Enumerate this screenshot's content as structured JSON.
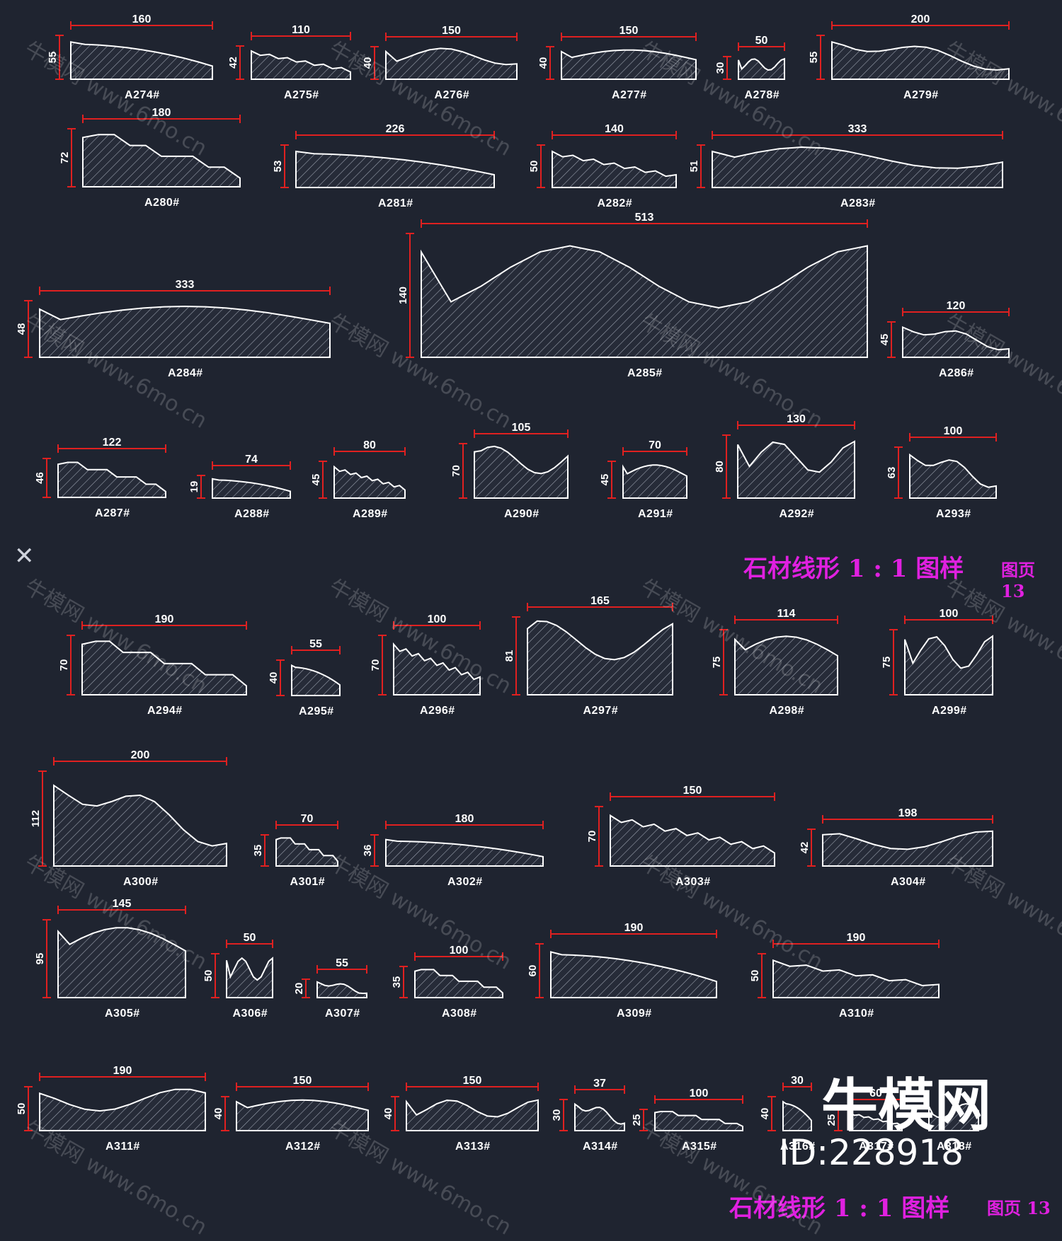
{
  "colors": {
    "background": "#1f2430",
    "profile": "#ffffff",
    "dimension": "#e02020",
    "title": "#e020e0"
  },
  "titles": {
    "sheet_title": "石材线形 1 : 1 图样",
    "page_label": "图页 13"
  },
  "brand": {
    "logo_text": "牛模网",
    "id_text": "ID:228918"
  },
  "watermark": {
    "text": "牛模网 www.6mo.cn"
  },
  "profiles": [
    {
      "label": "A274#",
      "width_dim": "160",
      "height_dim": "55"
    },
    {
      "label": "A275#",
      "width_dim": "110",
      "height_dim": "42"
    },
    {
      "label": "A276#",
      "width_dim": "150",
      "height_dim": "40"
    },
    {
      "label": "A277#",
      "width_dim": "150",
      "height_dim": "40"
    },
    {
      "label": "A278#",
      "width_dim": "50",
      "height_dim": "30"
    },
    {
      "label": "A279#",
      "width_dim": "200",
      "height_dim": "55"
    },
    {
      "label": "A280#",
      "width_dim": "180",
      "height_dim": "72"
    },
    {
      "label": "A281#",
      "width_dim": "226",
      "height_dim": "53"
    },
    {
      "label": "A282#",
      "width_dim": "140",
      "height_dim": "50"
    },
    {
      "label": "A283#",
      "width_dim": "333",
      "height_dim": "51"
    },
    {
      "label": "A284#",
      "width_dim": "333",
      "height_dim": "48"
    },
    {
      "label": "A285#",
      "width_dim": "513",
      "height_dim": "140"
    },
    {
      "label": "A286#",
      "width_dim": "120",
      "height_dim": "45"
    },
    {
      "label": "A287#",
      "width_dim": "122",
      "height_dim": "46"
    },
    {
      "label": "A288#",
      "width_dim": "74",
      "height_dim": "19"
    },
    {
      "label": "A289#",
      "width_dim": "80",
      "height_dim": "45"
    },
    {
      "label": "A290#",
      "width_dim": "105",
      "height_dim": "70"
    },
    {
      "label": "A291#",
      "width_dim": "70",
      "height_dim": "45"
    },
    {
      "label": "A292#",
      "width_dim": "130",
      "height_dim": "80"
    },
    {
      "label": "A293#",
      "width_dim": "100",
      "height_dim": "63"
    },
    {
      "label": "A294#",
      "width_dim": "190",
      "height_dim": "70"
    },
    {
      "label": "A295#",
      "width_dim": "55",
      "height_dim": "40"
    },
    {
      "label": "A296#",
      "width_dim": "100",
      "height_dim": "70"
    },
    {
      "label": "A297#",
      "width_dim": "165",
      "height_dim": "81"
    },
    {
      "label": "A298#",
      "width_dim": "114",
      "height_dim": "75"
    },
    {
      "label": "A299#",
      "width_dim": "100",
      "height_dim": "75"
    },
    {
      "label": "A300#",
      "width_dim": "200",
      "height_dim": "112"
    },
    {
      "label": "A301#",
      "width_dim": "70",
      "height_dim": "35"
    },
    {
      "label": "A302#",
      "width_dim": "180",
      "height_dim": "36"
    },
    {
      "label": "A303#",
      "width_dim": "150",
      "height_dim": "70"
    },
    {
      "label": "A304#",
      "width_dim": "198",
      "height_dim": "42"
    },
    {
      "label": "A305#",
      "width_dim": "145",
      "height_dim": "95"
    },
    {
      "label": "A306#",
      "width_dim": "50",
      "height_dim": "50"
    },
    {
      "label": "A307#",
      "width_dim": "55",
      "height_dim": "20"
    },
    {
      "label": "A308#",
      "width_dim": "100",
      "height_dim": "35"
    },
    {
      "label": "A309#",
      "width_dim": "190",
      "height_dim": "60"
    },
    {
      "label": "A310#",
      "width_dim": "190",
      "height_dim": "50"
    },
    {
      "label": "A311#",
      "width_dim": "190",
      "height_dim": "50"
    },
    {
      "label": "A312#",
      "width_dim": "150",
      "height_dim": "40"
    },
    {
      "label": "A313#",
      "width_dim": "150",
      "height_dim": "40"
    },
    {
      "label": "A314#",
      "width_dim": "37",
      "height_dim": "30"
    },
    {
      "label": "A315#",
      "width_dim": "100",
      "height_dim": "25"
    },
    {
      "label": "A316#",
      "width_dim": "30",
      "height_dim": "40"
    },
    {
      "label": "A317#",
      "width_dim": "60",
      "height_dim": "25"
    },
    {
      "label": "A318#",
      "width_dim": "",
      "height_dim": ""
    }
  ]
}
